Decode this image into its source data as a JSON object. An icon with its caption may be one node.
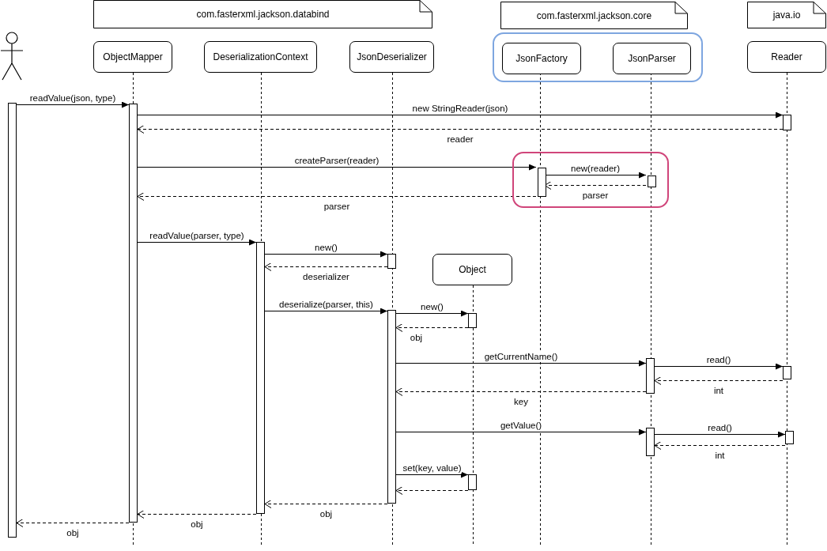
{
  "diagram": {
    "nodes": [
      {
        "text": [
          "com.fasterxml.jackson.databind"
        ]
      },
      {
        "text": [
          "com.fasterxml.jackson.core"
        ]
      },
      {
        "text": [
          "java.io"
        ]
      },
      {
        "text": [],
        "shape": "person"
      },
      {
        "text": [
          "ObjectMapper"
        ]
      },
      {
        "text": [
          "DeserializationContext"
        ]
      },
      {
        "text": [
          "JsonDeserializer"
        ]
      },
      {
        "text": [],
        "shape": "box"
      },
      {
        "text": [
          "JsonFactory"
        ],
        "in": 7
      },
      {
        "text": [
          "JsonParser"
        ],
        "in": 7
      },
      {
        "text": [
          "Reader"
        ]
      },
      {
        "text": [],
        "shape": "box"
      },
      {
        "text": [
          "Object"
        ]
      },
      {
        "text": [],
        "shape": "bar"
      },
      {
        "text": [],
        "shape": "bar"
      },
      {
        "text": [],
        "shape": "bar"
      },
      {
        "text": [],
        "shape": "bar",
        "in": 11
      },
      {
        "text": [],
        "shape": "bar",
        "in": 11
      },
      {
        "text": [],
        "shape": "bar"
      },
      {
        "text": [],
        "shape": "bar"
      },
      {
        "text": [],
        "shape": "bar"
      },
      {
        "text": [],
        "shape": "bar"
      },
      {
        "text": [],
        "shape": "bar"
      },
      {
        "text": [],
        "shape": "bar"
      },
      {
        "text": [],
        "shape": "bar"
      },
      {
        "text": [],
        "shape": "bar"
      },
      {
        "text": [],
        "shape": "bar"
      }
    ],
    "edges": [
      {
        "from": 13,
        "to": 14,
        "arrow": "to",
        "label": "readValue(json, type)"
      },
      {
        "from": 14,
        "to": 15,
        "arrow": "to",
        "label": "new StringReader(json)"
      },
      {
        "from": 15,
        "to": 14,
        "arrow": "to",
        "label": "reader",
        "style": "dashed"
      },
      {
        "from": 14,
        "to": 16,
        "arrow": "to",
        "label": "createParser(reader)"
      },
      {
        "from": 16,
        "to": 17,
        "arrow": "to",
        "label": "new(reader)"
      },
      {
        "from": 17,
        "to": 16,
        "arrow": "to",
        "label": "parser",
        "style": "dashed"
      },
      {
        "from": 16,
        "to": 14,
        "arrow": "to",
        "label": "parser",
        "style": "dashed"
      },
      {
        "from": 14,
        "to": 18,
        "arrow": "to",
        "label": "readValue(parser, type)"
      },
      {
        "from": 18,
        "to": 19,
        "arrow": "to",
        "label": "new()"
      },
      {
        "from": 19,
        "to": 18,
        "arrow": "to",
        "label": "deserializer",
        "style": "dashed"
      },
      {
        "from": 18,
        "to": 20,
        "arrow": "to",
        "label": "deserialize(parser, this)"
      },
      {
        "from": 20,
        "to": 21,
        "arrow": "to",
        "label": "new()"
      },
      {
        "from": 21,
        "to": 20,
        "arrow": "to",
        "label": "obj",
        "style": "dashed"
      },
      {
        "from": 20,
        "to": 22,
        "arrow": "to",
        "label": "getCurrentName()"
      },
      {
        "from": 22,
        "to": 23,
        "arrow": "to",
        "label": "read()"
      },
      {
        "from": 23,
        "to": 22,
        "arrow": "to",
        "label": "int",
        "style": "dashed"
      },
      {
        "from": 22,
        "to": 20,
        "arrow": "to",
        "label": "key",
        "style": "dashed"
      },
      {
        "from": 20,
        "to": 24,
        "arrow": "to",
        "label": "getValue()"
      },
      {
        "from": 24,
        "to": 25,
        "arrow": "to",
        "label": "read()"
      },
      {
        "from": 25,
        "to": 24,
        "arrow": "to",
        "label": "int",
        "style": "dashed"
      },
      {
        "from": 20,
        "to": 26,
        "arrow": "to",
        "label": "set(key, value)"
      },
      {
        "from": 26,
        "to": 20,
        "arrow": "to",
        "style": "dashed"
      },
      {
        "from": 20,
        "to": 18,
        "arrow": "to",
        "label": "obj",
        "style": "dashed"
      },
      {
        "from": 18,
        "to": 14,
        "arrow": "to",
        "label": "obj",
        "style": "dashed"
      },
      {
        "from": 14,
        "to": 13,
        "arrow": "to",
        "label": "obj",
        "style": "dashed"
      }
    ]
  }
}
